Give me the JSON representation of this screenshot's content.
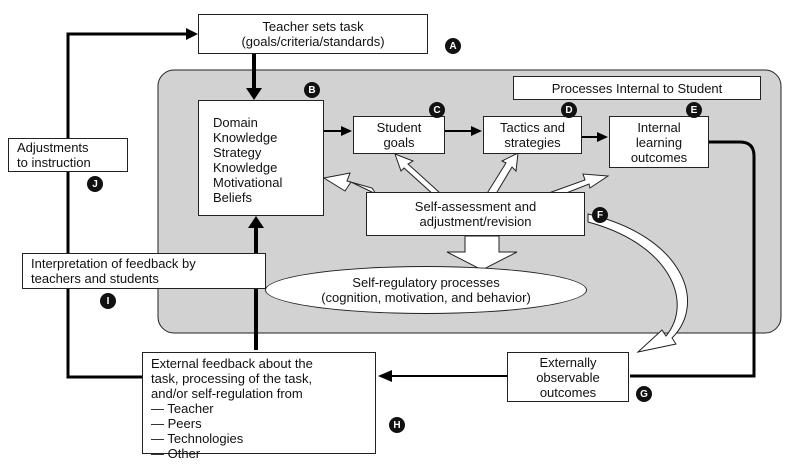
{
  "internal_region": {
    "label": "Processes Internal to Student"
  },
  "nodes": {
    "task": {
      "lines": [
        "Teacher sets task",
        "(goals/criteria/standards)"
      ],
      "badge": "A"
    },
    "knowledge": {
      "lines": [
        "Domain",
        "Knowledge",
        "Strategy",
        "Knowledge",
        "Motivational",
        "Beliefs"
      ],
      "badge": "B"
    },
    "goals": {
      "lines": [
        "Student",
        "goals"
      ],
      "badge": "C"
    },
    "tactics": {
      "lines": [
        "Tactics and",
        "strategies"
      ],
      "badge": "D"
    },
    "learning": {
      "lines": [
        "Internal",
        "learning",
        "outcomes"
      ],
      "badge": "E"
    },
    "self_assessment": {
      "lines": [
        "Self-assessment and",
        "adjustment/revision"
      ],
      "badge": "F"
    },
    "self_regulatory": {
      "lines": [
        "Self-regulatory processes",
        "(cognition, motivation, and behavior)"
      ]
    },
    "observable": {
      "lines": [
        "Externally",
        "observable",
        "outcomes"
      ],
      "badge": "G"
    },
    "feedback": {
      "lines": [
        "External feedback about the",
        "task, processing of the task,",
        "and/or self-regulation from",
        "— Teacher",
        "—  Peers",
        "— Technologies",
        "— Other"
      ],
      "badge": "H"
    },
    "interpretation": {
      "lines": [
        "Interpretation of feedback by",
        "teachers and students"
      ],
      "badge": "I"
    },
    "adjustments": {
      "lines": [
        "Adjustments",
        "to instruction"
      ],
      "badge": "J"
    }
  },
  "colors": {
    "region_fill": "#d2d2d2",
    "line": "#000000",
    "box_fill": "#ffffff",
    "badge": "#111111"
  }
}
